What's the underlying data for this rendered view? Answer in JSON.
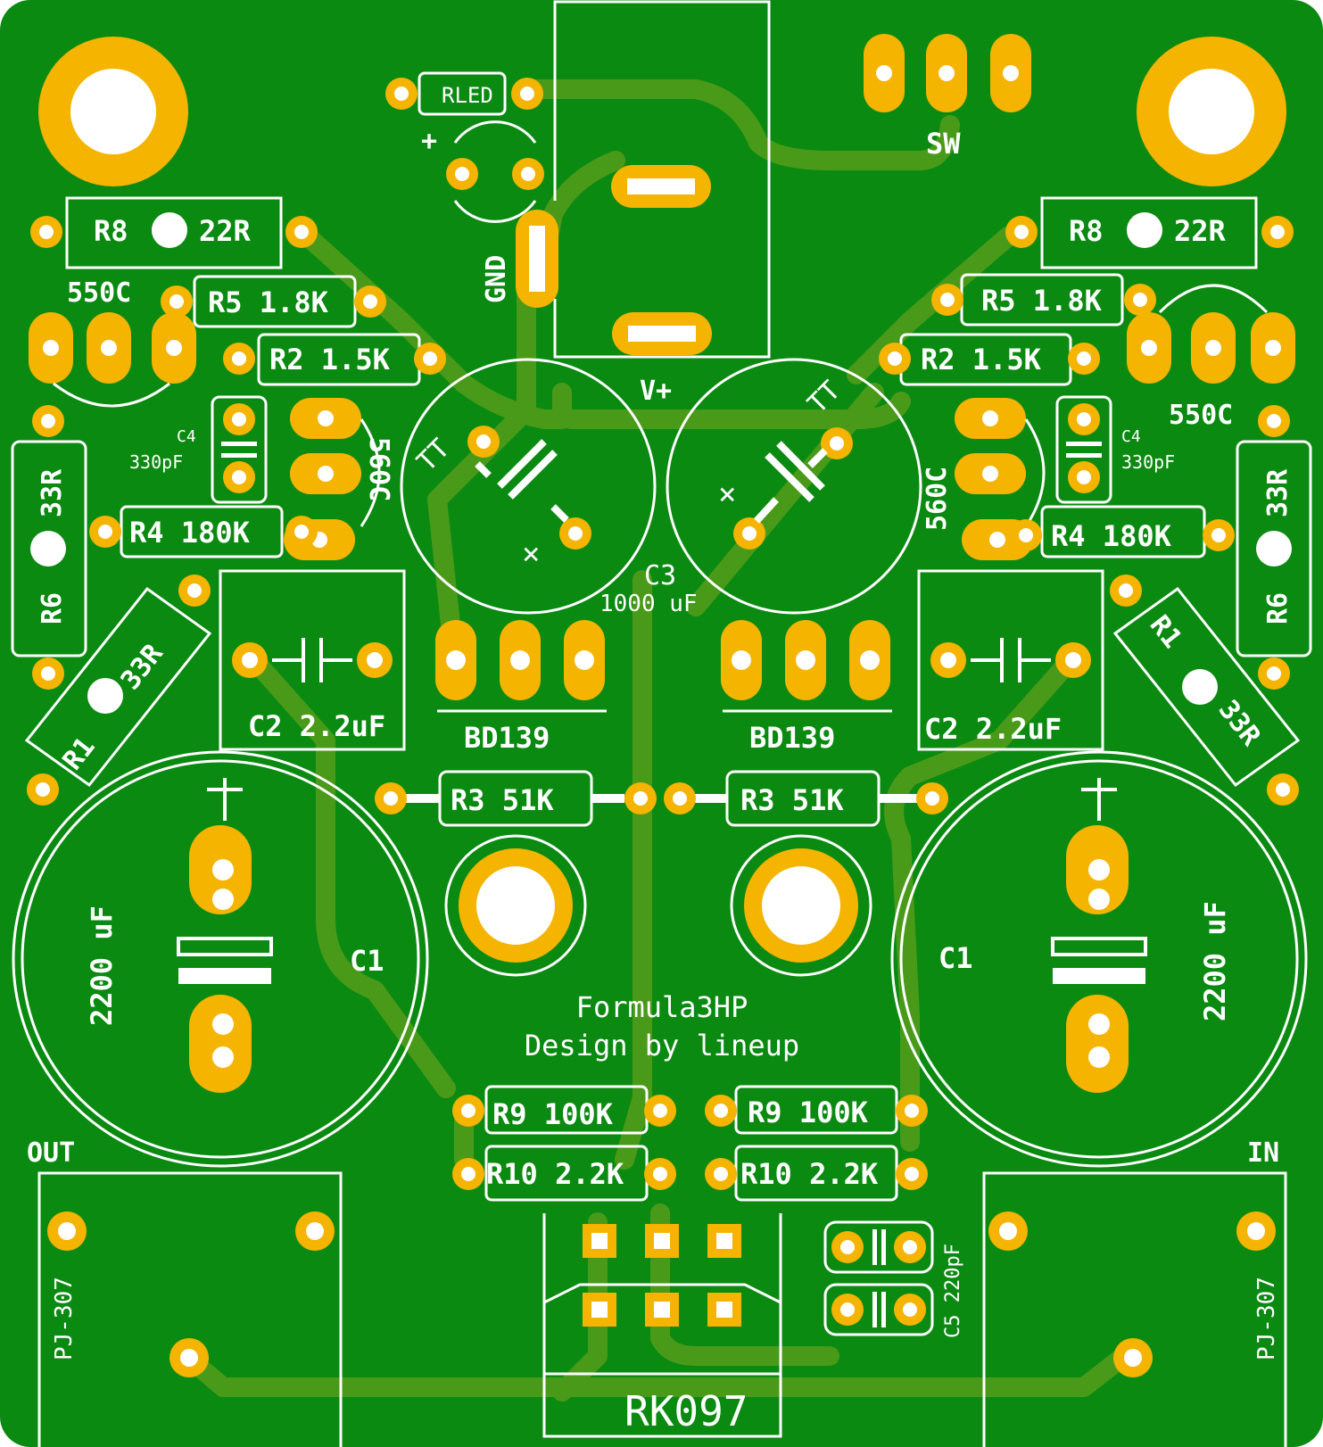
{
  "board": {
    "colors": {
      "substrate": "#0b8a12",
      "trace": "#4a9a1a",
      "pad": "#f4b400",
      "silk": "#ffffff"
    },
    "title_line1": "Formula3HP",
    "title_line2": "Design by lineup"
  },
  "labels": {
    "rled": "RLED",
    "plus": "+",
    "gnd": "GND",
    "sw": "SW",
    "vplus": "V+",
    "r8_l": "R8",
    "r8_l_val": "22R",
    "r8_r": "R8",
    "r8_r_val": "22R",
    "r5_l": "R5 1.8K",
    "r5_r": "R5 1.8K",
    "r2_l": "R2 1.5K",
    "r2_r": "R2 1.5K",
    "t550_l": "550C",
    "t550_r": "550C",
    "t560_l": "560C",
    "t560_r": "560C",
    "c4_l": "C4",
    "c4_l_val": "330pF",
    "c4_r": "C4",
    "c4_r_val": "330pF",
    "r4_l": "R4 180K",
    "r4_r": "R4 180K",
    "r6_l": "R6",
    "r6_l_val": "33R",
    "r6_r": "R6",
    "r6_r_val": "33R",
    "r1_l": "R1",
    "r1_l_val": "33R",
    "r1_r": "R1",
    "r1_r_val": "33R",
    "c3": "C3",
    "c3_val": "1000 uF",
    "tt": "TT",
    "x": "×",
    "c2_l": "C2 2.2uF",
    "c2_r": "C2 2.2uF",
    "bd139_l": "BD139",
    "bd139_r": "BD139",
    "r3_l": "R3 51K",
    "r3_r": "R3 51K",
    "c1_l": "C1",
    "c1_r": "C1",
    "c1_val_l": "2200 uF",
    "c1_val_r": "2200 uF",
    "r9_l": "R9 100K",
    "r9_r": "R9 100K",
    "r10_l": "R10 2.2K",
    "r10_r": "R10 2.2K",
    "out": "OUT",
    "in": "IN",
    "pj_l": "PJ-307",
    "pj_r": "PJ-307",
    "c5": "C5 220pF",
    "rk097": "RK097"
  }
}
